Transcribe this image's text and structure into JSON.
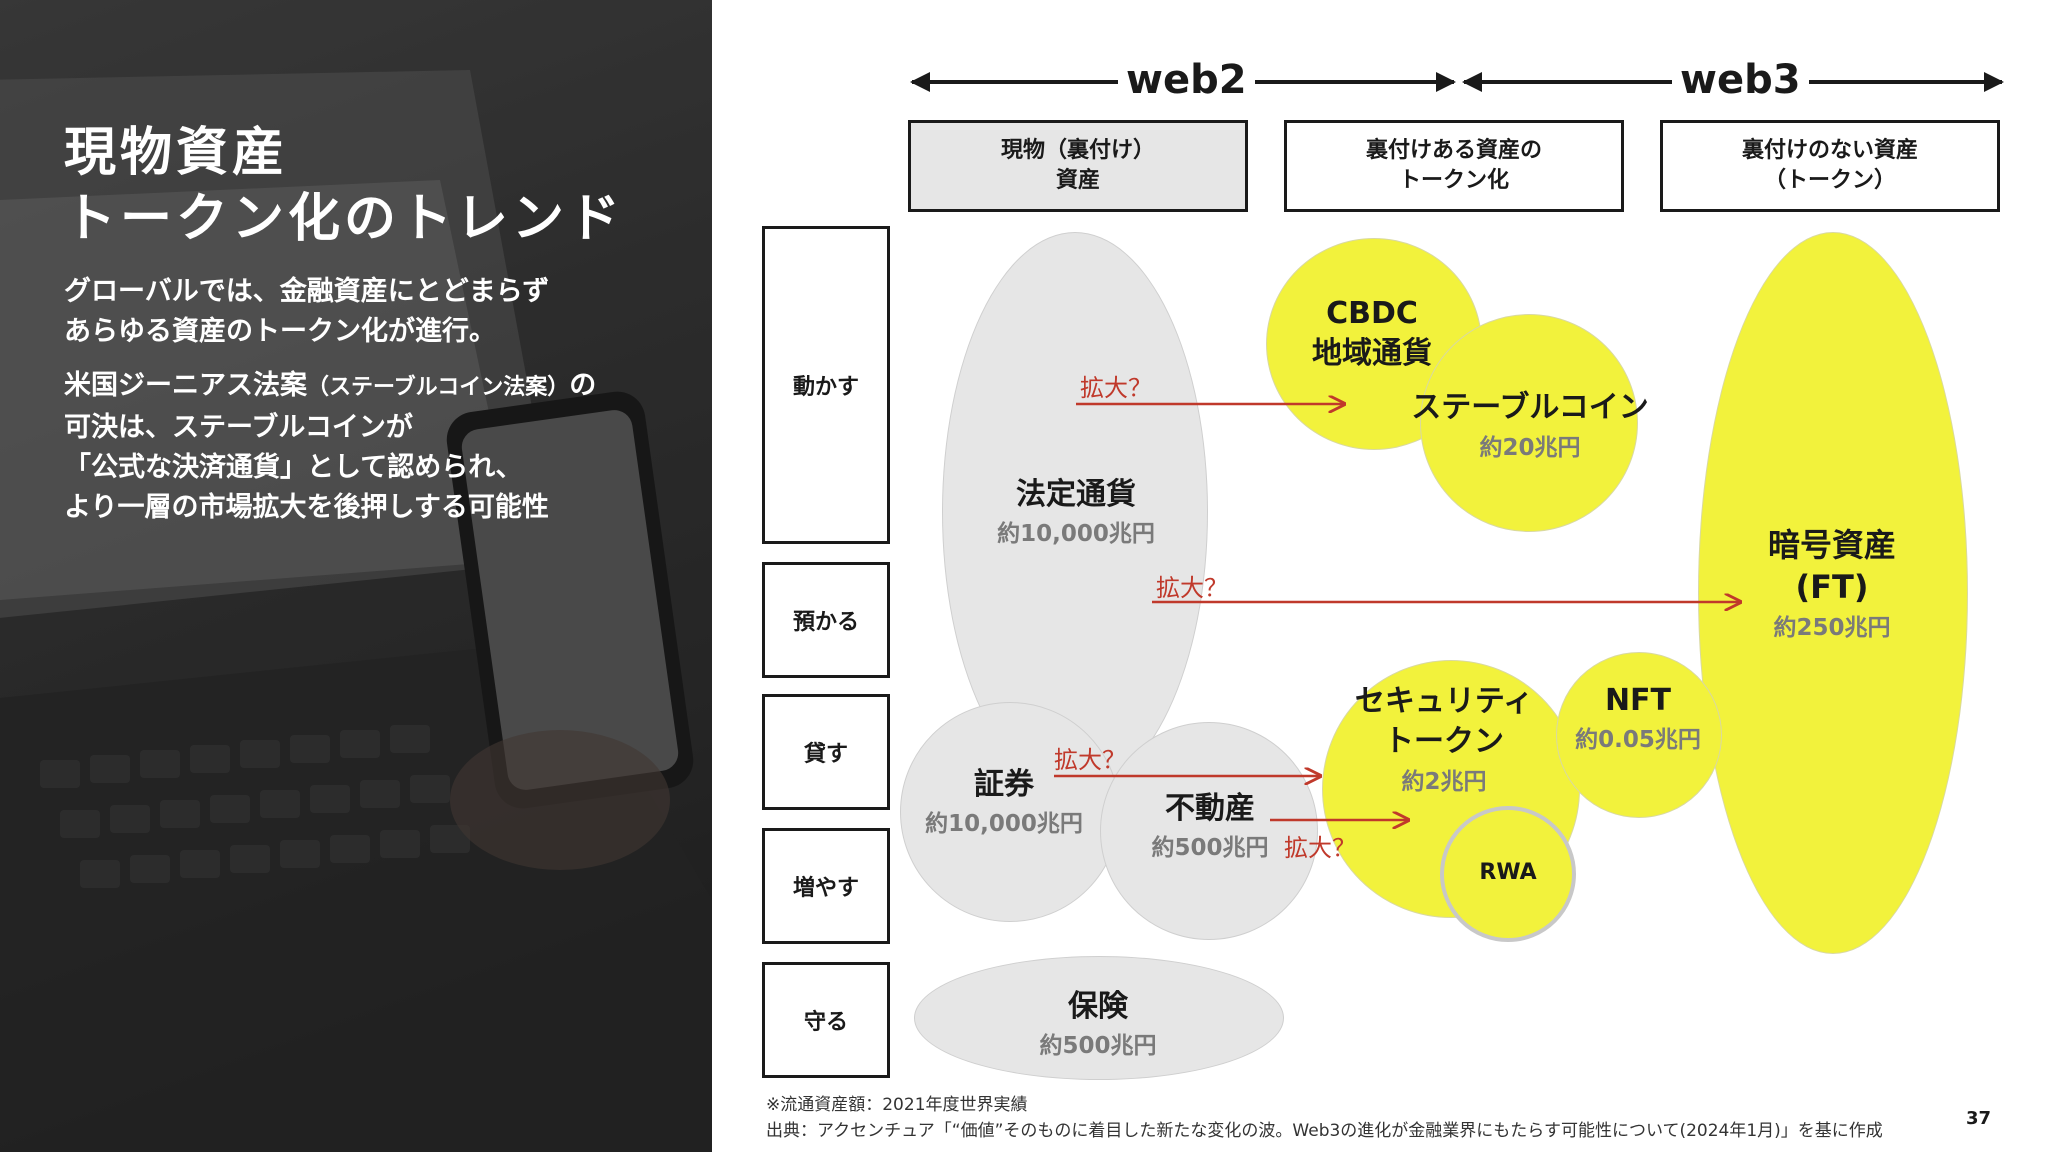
{
  "left": {
    "title_lines": [
      "現物資産",
      "トークン化のトレンド"
    ],
    "para1_lines": [
      "グローバルでは、金融資産にとどまらず",
      "あらゆる資産のトークン化が進行。"
    ],
    "para2": {
      "line1_a": "米国ジーニアス法案",
      "line1_b": "（ステーブルコイン法案）",
      "line1_c": "の",
      "line2": "可決は、ステーブルコインが",
      "line3": "「公式な決済通貨」として認められ、",
      "line4": "より一層の市場拡大を後押しする可能性"
    }
  },
  "eras": {
    "web2": "web2",
    "web3": "web3"
  },
  "columns": [
    {
      "lines": [
        "現物（裏付け）",
        "資産"
      ]
    },
    {
      "lines": [
        "裏付けある資産の",
        "トークン化"
      ]
    },
    {
      "lines": [
        "裏付けのない資産",
        "（トークン）"
      ]
    }
  ],
  "rows": [
    "動かす",
    "預かる",
    "貸す",
    "増やす",
    "守る"
  ],
  "bubbles": {
    "fiat": {
      "name": "法定通貨",
      "value": "約10,000兆円"
    },
    "securities": {
      "name": "証券",
      "value": "約10,000兆円"
    },
    "real_estate": {
      "name": "不動産",
      "value": "約500兆円"
    },
    "insurance": {
      "name": "保険",
      "value": "約500兆円"
    },
    "cbdc": {
      "name1": "CBDC",
      "name2": "地域通貨"
    },
    "stablecoin": {
      "name": "ステーブルコイン",
      "value": "約20兆円"
    },
    "security_token": {
      "name1": "セキュリティ",
      "name2": "トークン",
      "value": "約2兆円"
    },
    "rwa": {
      "name": "RWA"
    },
    "nft": {
      "name": "NFT",
      "value": "約0.05兆円"
    },
    "crypto": {
      "name1": "暗号資産",
      "name2": "(FT)",
      "value": "約250兆円"
    }
  },
  "expand_label": "拡大？",
  "notes": {
    "note1": "※流通資産額：2021年度世界実績",
    "note2": "出典：アクセンチュア「“価値”そのものに着目した新たな変化の波。Web3の進化が金融業界にもたらす可能性について(2024年1月)」を基に作成"
  },
  "page_number": "37",
  "colors": {
    "bubble_gray": "#e6e6e6",
    "bubble_yellow": "#f2f23c",
    "arrow_red": "#c0392b",
    "ink": "#1a1a1a"
  }
}
